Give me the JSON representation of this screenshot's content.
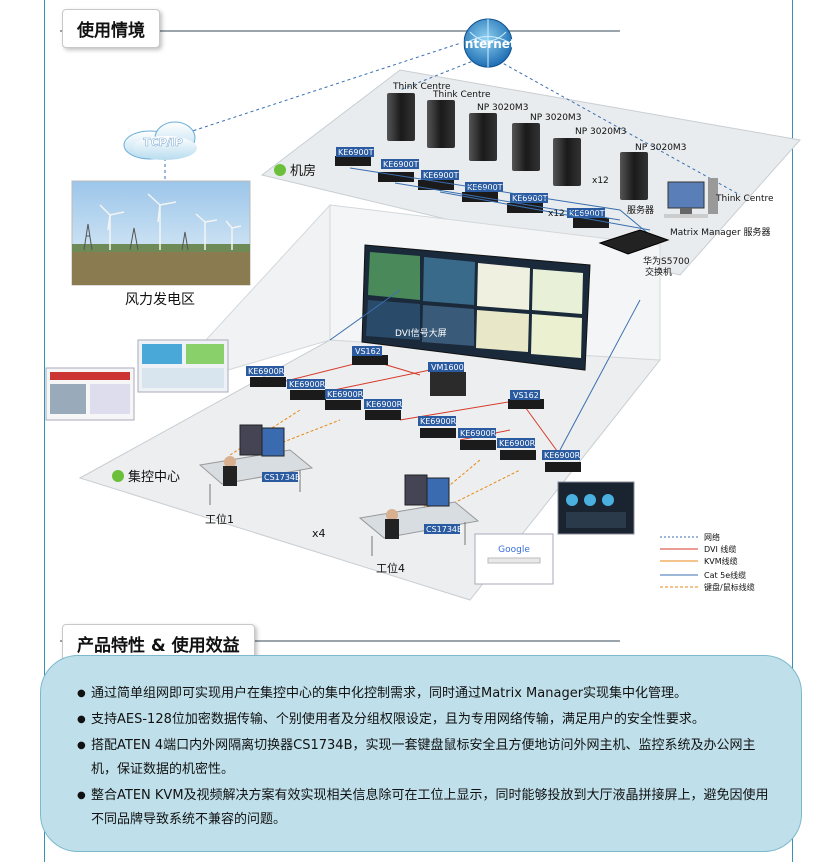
{
  "sections": {
    "scenario_title": "使用情境",
    "features_title": "产品特性 & 使用效益"
  },
  "diagram": {
    "internet": "Internet",
    "tcpip": "TCP/IP",
    "wind_farm": "风力发电区",
    "machine_room": "机房",
    "control_center": "集控中心",
    "dvi_wall": "DVI信号大屏",
    "switch": "华为S5700\n交换机",
    "matrix_manager": "Matrix Manager 服务器",
    "server_label": "服务器",
    "think_centre": "Think Centre",
    "np3020": "NP 3020M3",
    "x12": "x12",
    "x4": "x4",
    "ke6900t": "KE6900T",
    "ke6900r": "KE6900R",
    "vs162": "VS162",
    "vm1600": "VM1600",
    "cs1734b": "CS1734B",
    "workstation1": "工位1",
    "workstation4": "工位4",
    "google": "Google"
  },
  "legend": [
    {
      "label": "网络",
      "color": "#3a6fb0",
      "dash": "2,2"
    },
    {
      "label": "DVI 线缆",
      "color": "#d83a2a",
      "dash": ""
    },
    {
      "label": "KVM线缆",
      "color": "#e88a1a",
      "dash": ""
    },
    {
      "label": "Cat 5e线缆",
      "color": "#3a6fb0",
      "dash": ""
    },
    {
      "label": "键盘/鼠标线缆",
      "color": "#e88a1a",
      "dash": "3,2"
    }
  ],
  "features": [
    "通过简单组网即可实现用户在集控中心的集中化控制需求，同时通过Matrix Manager实现集中化管理。",
    "支持AES-128位加密数据传输、个别使用者及分组权限设定，且为专用网络传输，满足用户的安全性要求。",
    "搭配ATEN 4端口内外网隔离切换器CS1734B，实现一套键盘鼠标安全且方便地访问外网主机、监控系统及办公网主机，保证数据的机密性。",
    "整合ATEN KVM及视频解决方案有效实现相关信息除可在工位上显示，同时能够投放到大厅液晶拼接屏上，避免因使用不同品牌导致系统不兼容的问题。"
  ],
  "colors": {
    "accent": "#3a8fb2",
    "panel": "#bfe0ea",
    "network": "#3a6fb0",
    "dvi": "#d83a2a",
    "kvm": "#e88a1a",
    "device_blue": "#2a5aa0"
  }
}
